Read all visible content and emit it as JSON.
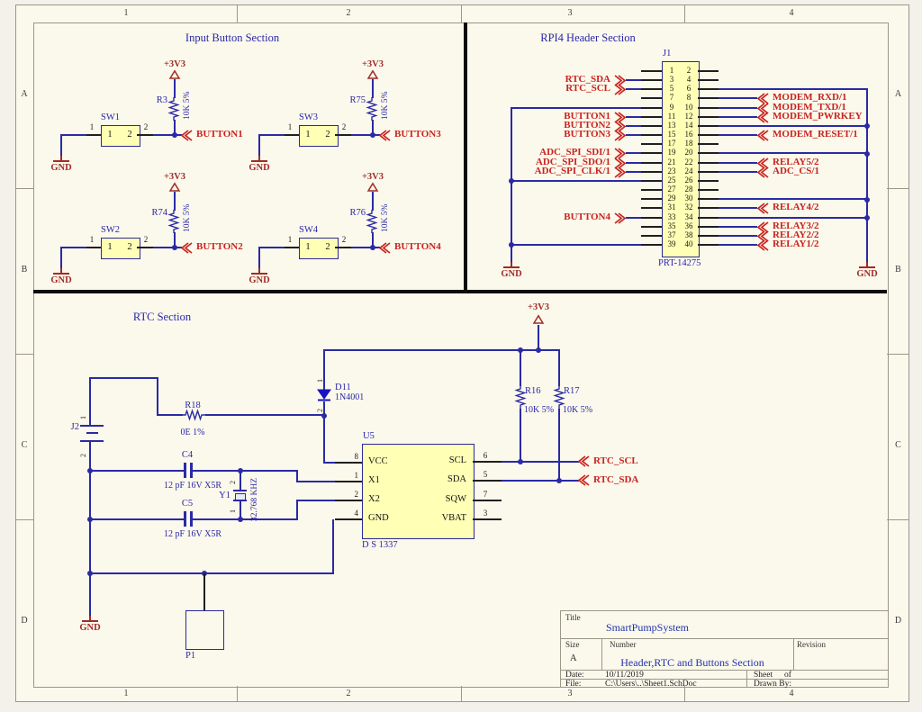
{
  "colors": {
    "wire": "#2a2aa5",
    "part_fill": "#ffffb5",
    "part_border": "#2b2b99",
    "net_red": "#c8231e",
    "power_red": "#9f2d28",
    "text_blue": "#2828a8",
    "sheet_bg": "#fbf8ec",
    "frame_gray": "#9b9789"
  },
  "frame": {
    "columns": [
      "1",
      "2",
      "3",
      "4"
    ],
    "rows": [
      "A",
      "B",
      "C",
      "D"
    ]
  },
  "sections": {
    "input_button_title": "Input Button Section",
    "rpi4_title": "RPI4 Header Section",
    "rtc_title": "RTC Section"
  },
  "button_circuits": [
    {
      "designator": "SW1",
      "pin1": "1",
      "pin2": "2",
      "box1": "1",
      "box2": "2",
      "resistor": "R3",
      "resistor_value": "10K 5%",
      "power": "+3V3",
      "ground": "GND",
      "net": "BUTTON1"
    },
    {
      "designator": "SW3",
      "pin1": "1",
      "pin2": "2",
      "box1": "1",
      "box2": "2",
      "resistor": "R75",
      "resistor_value": "10K 5%",
      "power": "+3V3",
      "ground": "GND",
      "net": "BUTTON3"
    },
    {
      "designator": "SW2",
      "pin1": "1",
      "pin2": "2",
      "box1": "1",
      "box2": "2",
      "resistor": "R74",
      "resistor_value": "10K 5%",
      "power": "+3V3",
      "ground": "GND",
      "net": "BUTTON2"
    },
    {
      "designator": "SW4",
      "pin1": "1",
      "pin2": "2",
      "box1": "1",
      "box2": "2",
      "resistor": "R76",
      "resistor_value": "10K 5%",
      "power": "+3V3",
      "ground": "GND",
      "net": "BUTTON4"
    }
  ],
  "rpi4_header": {
    "designator": "J1",
    "part_number": "PRT-14275",
    "ground_left": "GND",
    "ground_right": "GND",
    "rows": [
      {
        "left": "1",
        "right": "2",
        "left_conn": "stub",
        "right_conn": "stub"
      },
      {
        "left": "3",
        "right": "4",
        "left_conn": "label",
        "left_label": "RTC_SDA",
        "right_conn": "stub"
      },
      {
        "left": "5",
        "right": "6",
        "left_conn": "label",
        "left_label": "RTC_SCL",
        "right_conn": "gnd"
      },
      {
        "left": "7",
        "right": "8",
        "left_conn": "stub",
        "right_conn": "label",
        "right_label": "MODEM_RXD/1"
      },
      {
        "left": "9",
        "right": "10",
        "left_conn": "gnd",
        "right_conn": "label",
        "right_label": "MODEM_TXD/1"
      },
      {
        "left": "11",
        "right": "12",
        "left_conn": "label",
        "left_label": "BUTTON1",
        "right_conn": "label",
        "right_label": "MODEM_PWRKEY"
      },
      {
        "left": "13",
        "right": "14",
        "left_conn": "label",
        "left_label": "BUTTON2",
        "right_conn": "gnd"
      },
      {
        "left": "15",
        "right": "16",
        "left_conn": "label",
        "left_label": "BUTTON3",
        "right_conn": "label",
        "right_label": "MODEM_RESET/1"
      },
      {
        "left": "17",
        "right": "18",
        "left_conn": "stub",
        "right_conn": "stub"
      },
      {
        "left": "19",
        "right": "20",
        "left_conn": "label",
        "left_label": "ADC_SPI_SDI/1",
        "right_conn": "gnd"
      },
      {
        "left": "21",
        "right": "22",
        "left_conn": "label",
        "left_label": "ADC_SPI_SDO/1",
        "right_conn": "label",
        "right_label": "RELAY5/2"
      },
      {
        "left": "23",
        "right": "24",
        "left_conn": "label",
        "left_label": "ADC_SPI_CLK/1",
        "right_conn": "label",
        "right_label": "ADC_CS/1"
      },
      {
        "left": "25",
        "right": "26",
        "left_conn": "gnd",
        "right_conn": "stub"
      },
      {
        "left": "27",
        "right": "28",
        "left_conn": "stub",
        "right_conn": "stub"
      },
      {
        "left": "29",
        "right": "30",
        "left_conn": "stub",
        "right_conn": "gnd"
      },
      {
        "left": "31",
        "right": "32",
        "left_conn": "stub",
        "right_conn": "label",
        "right_label": "RELAY4/2"
      },
      {
        "left": "33",
        "right": "34",
        "left_conn": "label",
        "left_label": "BUTTON4",
        "right_conn": "gnd"
      },
      {
        "left": "35",
        "right": "36",
        "left_conn": "stub",
        "right_conn": "label",
        "right_label": "RELAY3/2"
      },
      {
        "left": "37",
        "right": "38",
        "left_conn": "stub",
        "right_conn": "label",
        "right_label": "RELAY2/2"
      },
      {
        "left": "39",
        "right": "40",
        "left_conn": "gnd",
        "right_conn": "label",
        "right_label": "RELAY1/2"
      }
    ]
  },
  "rtc": {
    "power": "+3V3",
    "ground": "GND",
    "battery": {
      "designator": "J2",
      "pin1": "1",
      "pin2": "2"
    },
    "r18": {
      "designator": "R18",
      "value": "0E 1%"
    },
    "d11": {
      "designator": "D11",
      "value": "1N4001",
      "pin1": "1",
      "pin2": "2"
    },
    "r16": {
      "designator": "R16",
      "value": "10K 5%"
    },
    "r17": {
      "designator": "R17",
      "value": "10K 5%"
    },
    "c4": {
      "designator": "C4",
      "value": "12 pF 16V X5R"
    },
    "c5": {
      "designator": "C5",
      "value": "12 pF 16V X5R"
    },
    "y1": {
      "designator": "Y1",
      "value": "32.768 KHZ",
      "pin1": "1",
      "pin2": "2"
    },
    "u5": {
      "designator": "U5",
      "value": "D S 1337",
      "left_pins": [
        {
          "num": "8",
          "name": "VCC"
        },
        {
          "num": "1",
          "name": "X1"
        },
        {
          "num": "2",
          "name": "X2"
        },
        {
          "num": "4",
          "name": "GND"
        }
      ],
      "right_pins": [
        {
          "num": "6",
          "name": "SCL"
        },
        {
          "num": "5",
          "name": "SDA"
        },
        {
          "num": "7",
          "name": "SQW"
        },
        {
          "num": "3",
          "name": "VBAT"
        }
      ]
    },
    "p1": {
      "designator": "P1"
    },
    "net_scl": "RTC_SCL",
    "net_sda": "RTC_SDA"
  },
  "title_block": {
    "title_label": "Title",
    "title": "SmartPumpSystem",
    "size_label": "Size",
    "size": "A",
    "number_label": "Number",
    "number": "Header,RTC and Buttons Section",
    "revision_label": "Revision",
    "date_label": "Date:",
    "date": "10/11/2019",
    "sheet_label": "Sheet",
    "of_label": "of",
    "file_label": "File:",
    "file": "C:\\Users\\..\\Sheet1.SchDoc",
    "drawn_by_label": "Drawn By:"
  }
}
